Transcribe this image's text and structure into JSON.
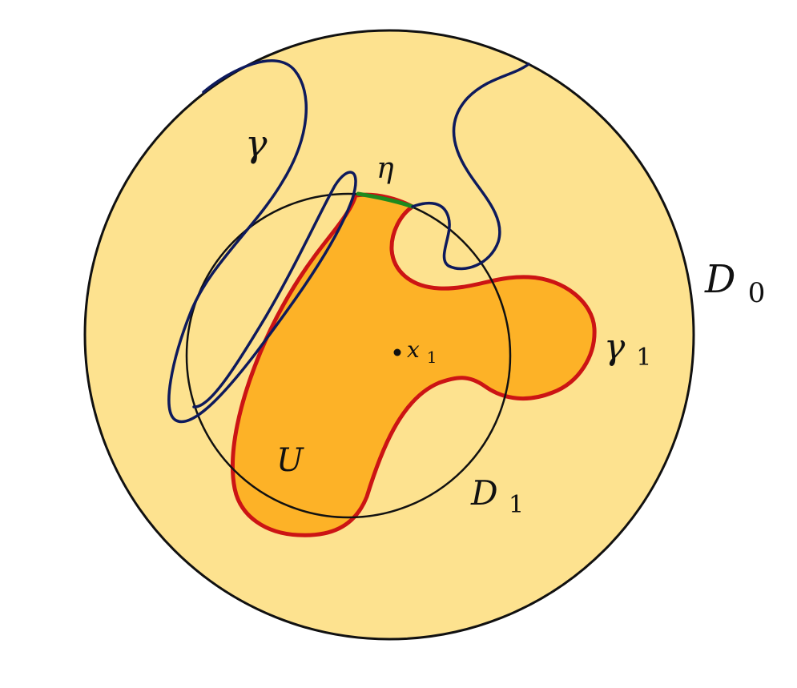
{
  "labels": {
    "gamma": "γ",
    "eta": "η",
    "d0_main": "D",
    "d0_sub": "0",
    "gamma1_main": "γ",
    "gamma1_sub": "1",
    "x1_main": "x",
    "x1_sub": "1",
    "u": "U",
    "d1_main": "D",
    "d1_sub": "1"
  },
  "colors": {
    "outer_disk_fill": "#fde28f",
    "region_u_fill": "#fdb227",
    "curve_gamma": "#0e1a5c",
    "curve_gamma1": "#cc1414",
    "arc_eta": "#1e8a1e",
    "circle_stroke": "#111111"
  }
}
